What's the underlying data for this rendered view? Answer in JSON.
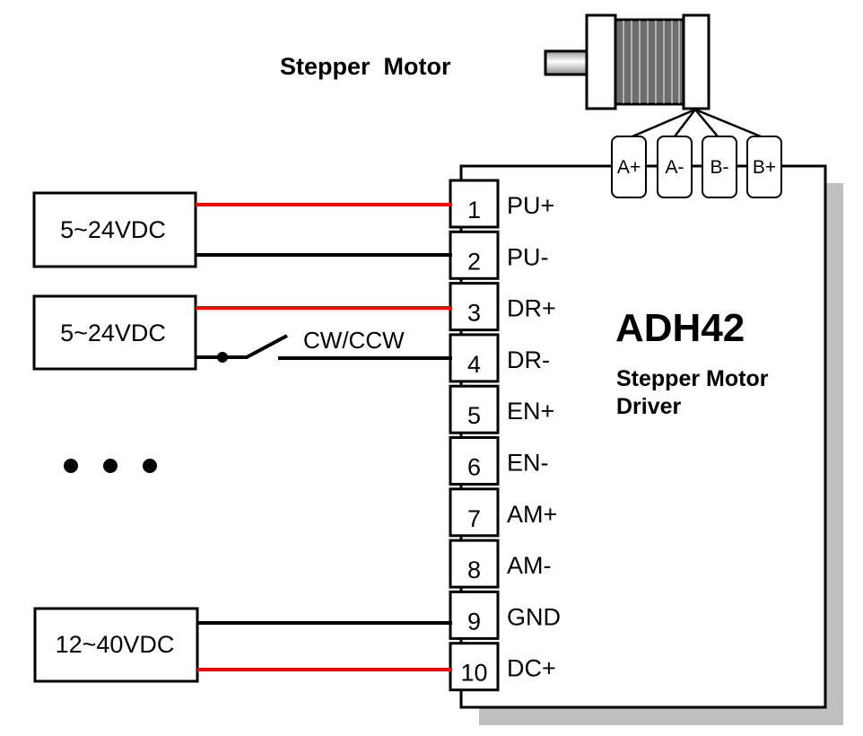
{
  "motor": {
    "title": "Stepper  Motor",
    "phase_terminals": [
      "A+",
      "A-",
      "B-",
      "B+"
    ]
  },
  "driver": {
    "model": "ADH42",
    "subtitle_line1": "Stepper Motor",
    "subtitle_line2": "Driver",
    "terminals": [
      {
        "num": "1",
        "label": "PU+"
      },
      {
        "num": "2",
        "label": "PU-"
      },
      {
        "num": "3",
        "label": "DR+"
      },
      {
        "num": "4",
        "label": "DR-"
      },
      {
        "num": "5",
        "label": "EN+"
      },
      {
        "num": "6",
        "label": "EN-"
      },
      {
        "num": "7",
        "label": "AM+"
      },
      {
        "num": "8",
        "label": "AM-"
      },
      {
        "num": "9",
        "label": "GND"
      },
      {
        "num": "10",
        "label": "DC+"
      }
    ]
  },
  "supplies": [
    {
      "label": "5~24VDC",
      "connects": [
        "1",
        "2"
      ]
    },
    {
      "label": "5~24VDC",
      "connects": [
        "3",
        "4"
      ]
    },
    {
      "label": "12~40VDC",
      "connects": [
        "9",
        "10"
      ]
    }
  ],
  "switch": {
    "label": "CW/CCW"
  },
  "colors": {
    "positive_wire": "#ff0000",
    "negative_wire": "#000000",
    "shadow": "#c0c0c0",
    "motor_body": "#6e6e6e"
  }
}
